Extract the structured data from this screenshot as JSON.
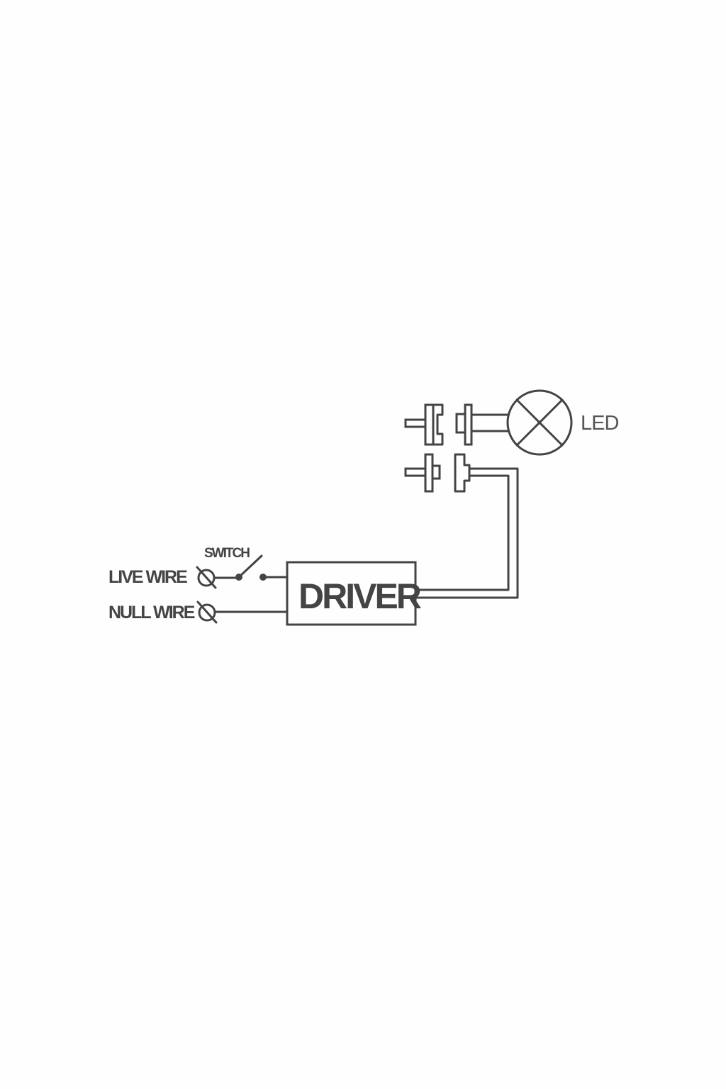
{
  "labels": {
    "switch": "SWITCH",
    "live_wire": "LIVE WIRE",
    "null_wire": "NULL WIRE",
    "driver": "DRIVER",
    "led": "LED"
  },
  "colors": {
    "ink": "#444444",
    "background": "#fefefe"
  }
}
